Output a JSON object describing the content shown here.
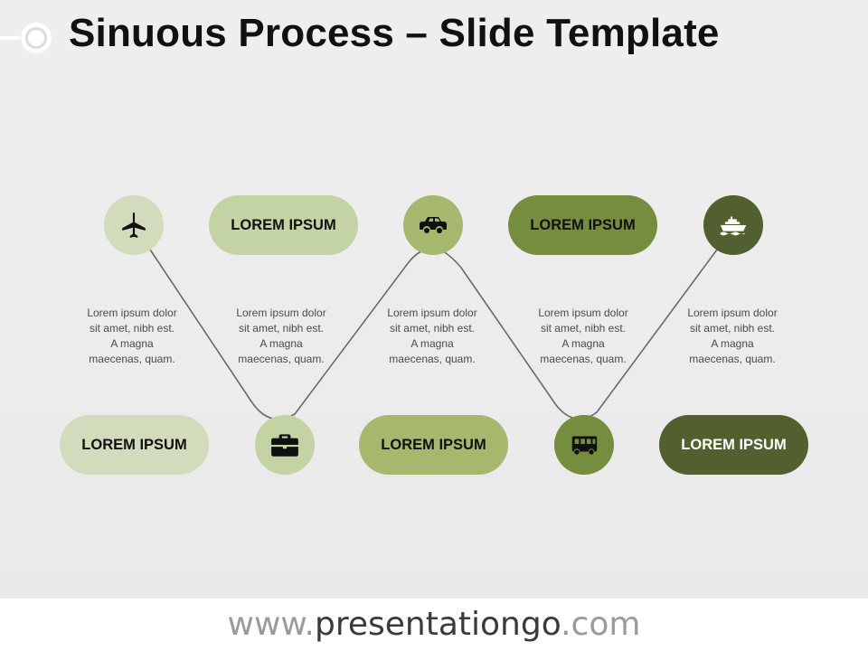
{
  "title": "Sinuous Process – Slide Template",
  "colors": {
    "c1": "#d2dcbd",
    "c2": "#c4d3a3",
    "c3": "#a5b86d",
    "c4": "#768c3f",
    "c5": "#51602e",
    "icon": "#111111",
    "icon_light": "#ffffff",
    "connector": "#6a6a6a"
  },
  "steps": [
    {
      "label": "LOREM IPSUM",
      "icon": "airplane-icon",
      "description": [
        "Lorem ipsum dolor",
        "sit amet, nibh est.",
        "A magna",
        "maecenas, quam."
      ]
    },
    {
      "label": "LOREM IPSUM",
      "icon": "briefcase-icon",
      "description": [
        "Lorem ipsum dolor",
        "sit amet, nibh est.",
        "A magna",
        "maecenas, quam."
      ]
    },
    {
      "label": "LOREM IPSUM",
      "icon": "car-icon",
      "description": [
        "Lorem ipsum dolor",
        "sit amet, nibh est.",
        "A magna",
        "maecenas, quam."
      ]
    },
    {
      "label": "LOREM IPSUM",
      "icon": "bus-icon",
      "description": [
        "Lorem ipsum dolor",
        "sit amet, nibh est.",
        "A magna",
        "maecenas, quam."
      ]
    },
    {
      "label": "LOREM IPSUM",
      "icon": "ship-icon",
      "description": [
        "Lorem ipsum dolor",
        "sit amet, nibh est.",
        "A magna",
        "maecenas, quam."
      ]
    }
  ],
  "footer": {
    "prefix": "www.",
    "brand": "presentationgo",
    "suffix": ".com"
  }
}
